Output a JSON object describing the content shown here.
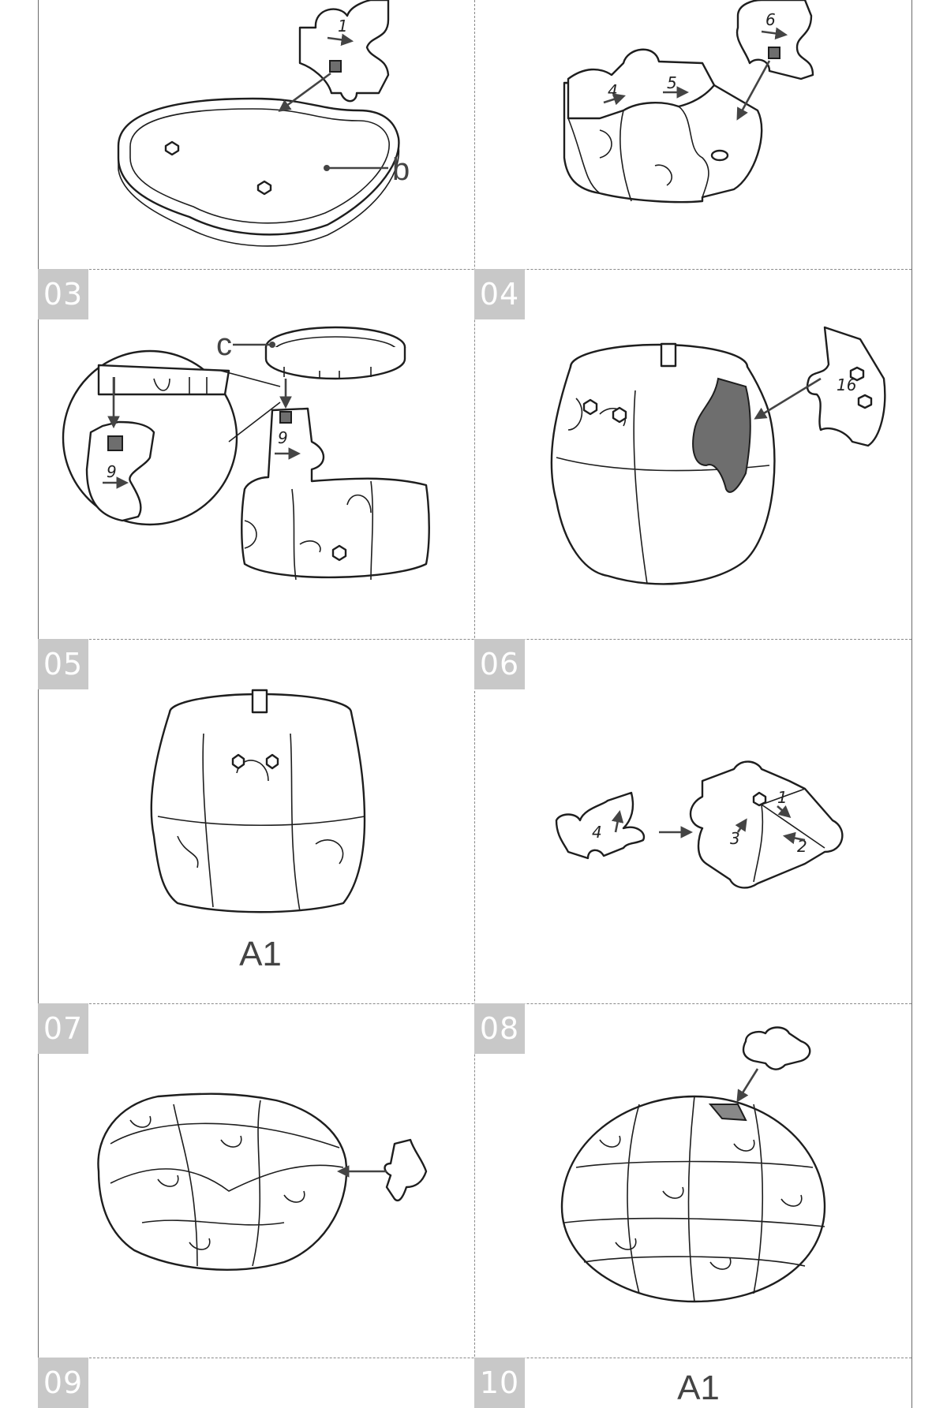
{
  "steps": [
    {
      "badge": ""
    },
    {
      "badge": ""
    },
    {
      "badge": "03"
    },
    {
      "badge": "04"
    },
    {
      "badge": "05"
    },
    {
      "badge": "06"
    },
    {
      "badge": "07"
    },
    {
      "badge": "08"
    },
    {
      "badge": "09"
    },
    {
      "badge": "10"
    }
  ],
  "parts": {
    "b": "b",
    "c": "c"
  },
  "piece_numbers": {
    "p1": "1",
    "p4": "4",
    "p5": "5",
    "p6": "6",
    "p9a": "9",
    "p9b": "9",
    "p16": "16",
    "s6_1": "1",
    "s6_2": "2",
    "s6_3": "3",
    "s6_4": "4"
  },
  "captions": {
    "step05": "A1",
    "step10": "A1"
  }
}
